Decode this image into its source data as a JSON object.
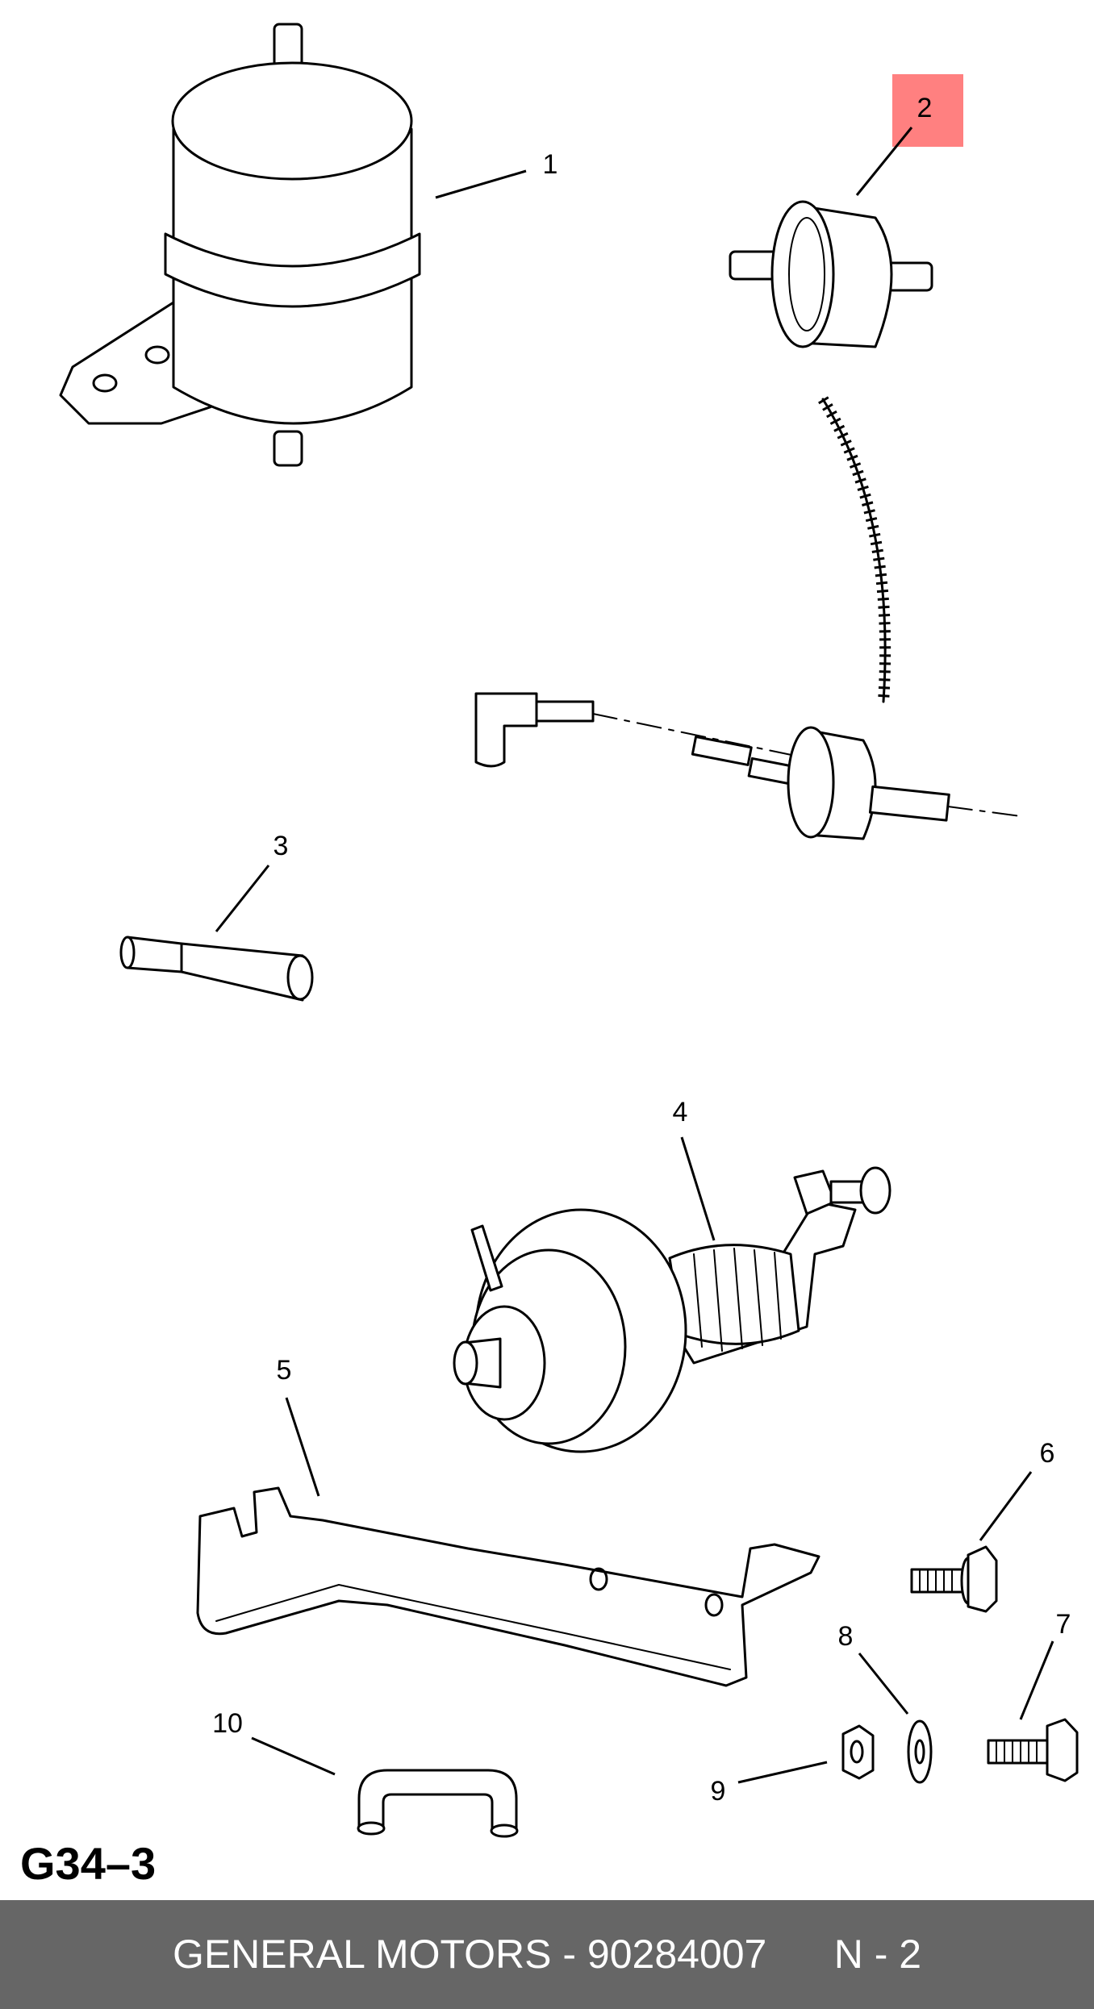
{
  "diagram": {
    "callouts": [
      "1",
      "2",
      "3",
      "4",
      "5",
      "6",
      "7",
      "8",
      "9",
      "10"
    ],
    "highlight_color": "#ff8080",
    "highlighted_callout": "2",
    "reference_code": "G34–3"
  },
  "footer": {
    "text": "GENERAL MOTORS - 90284007      N - 2",
    "background": "#666666"
  }
}
